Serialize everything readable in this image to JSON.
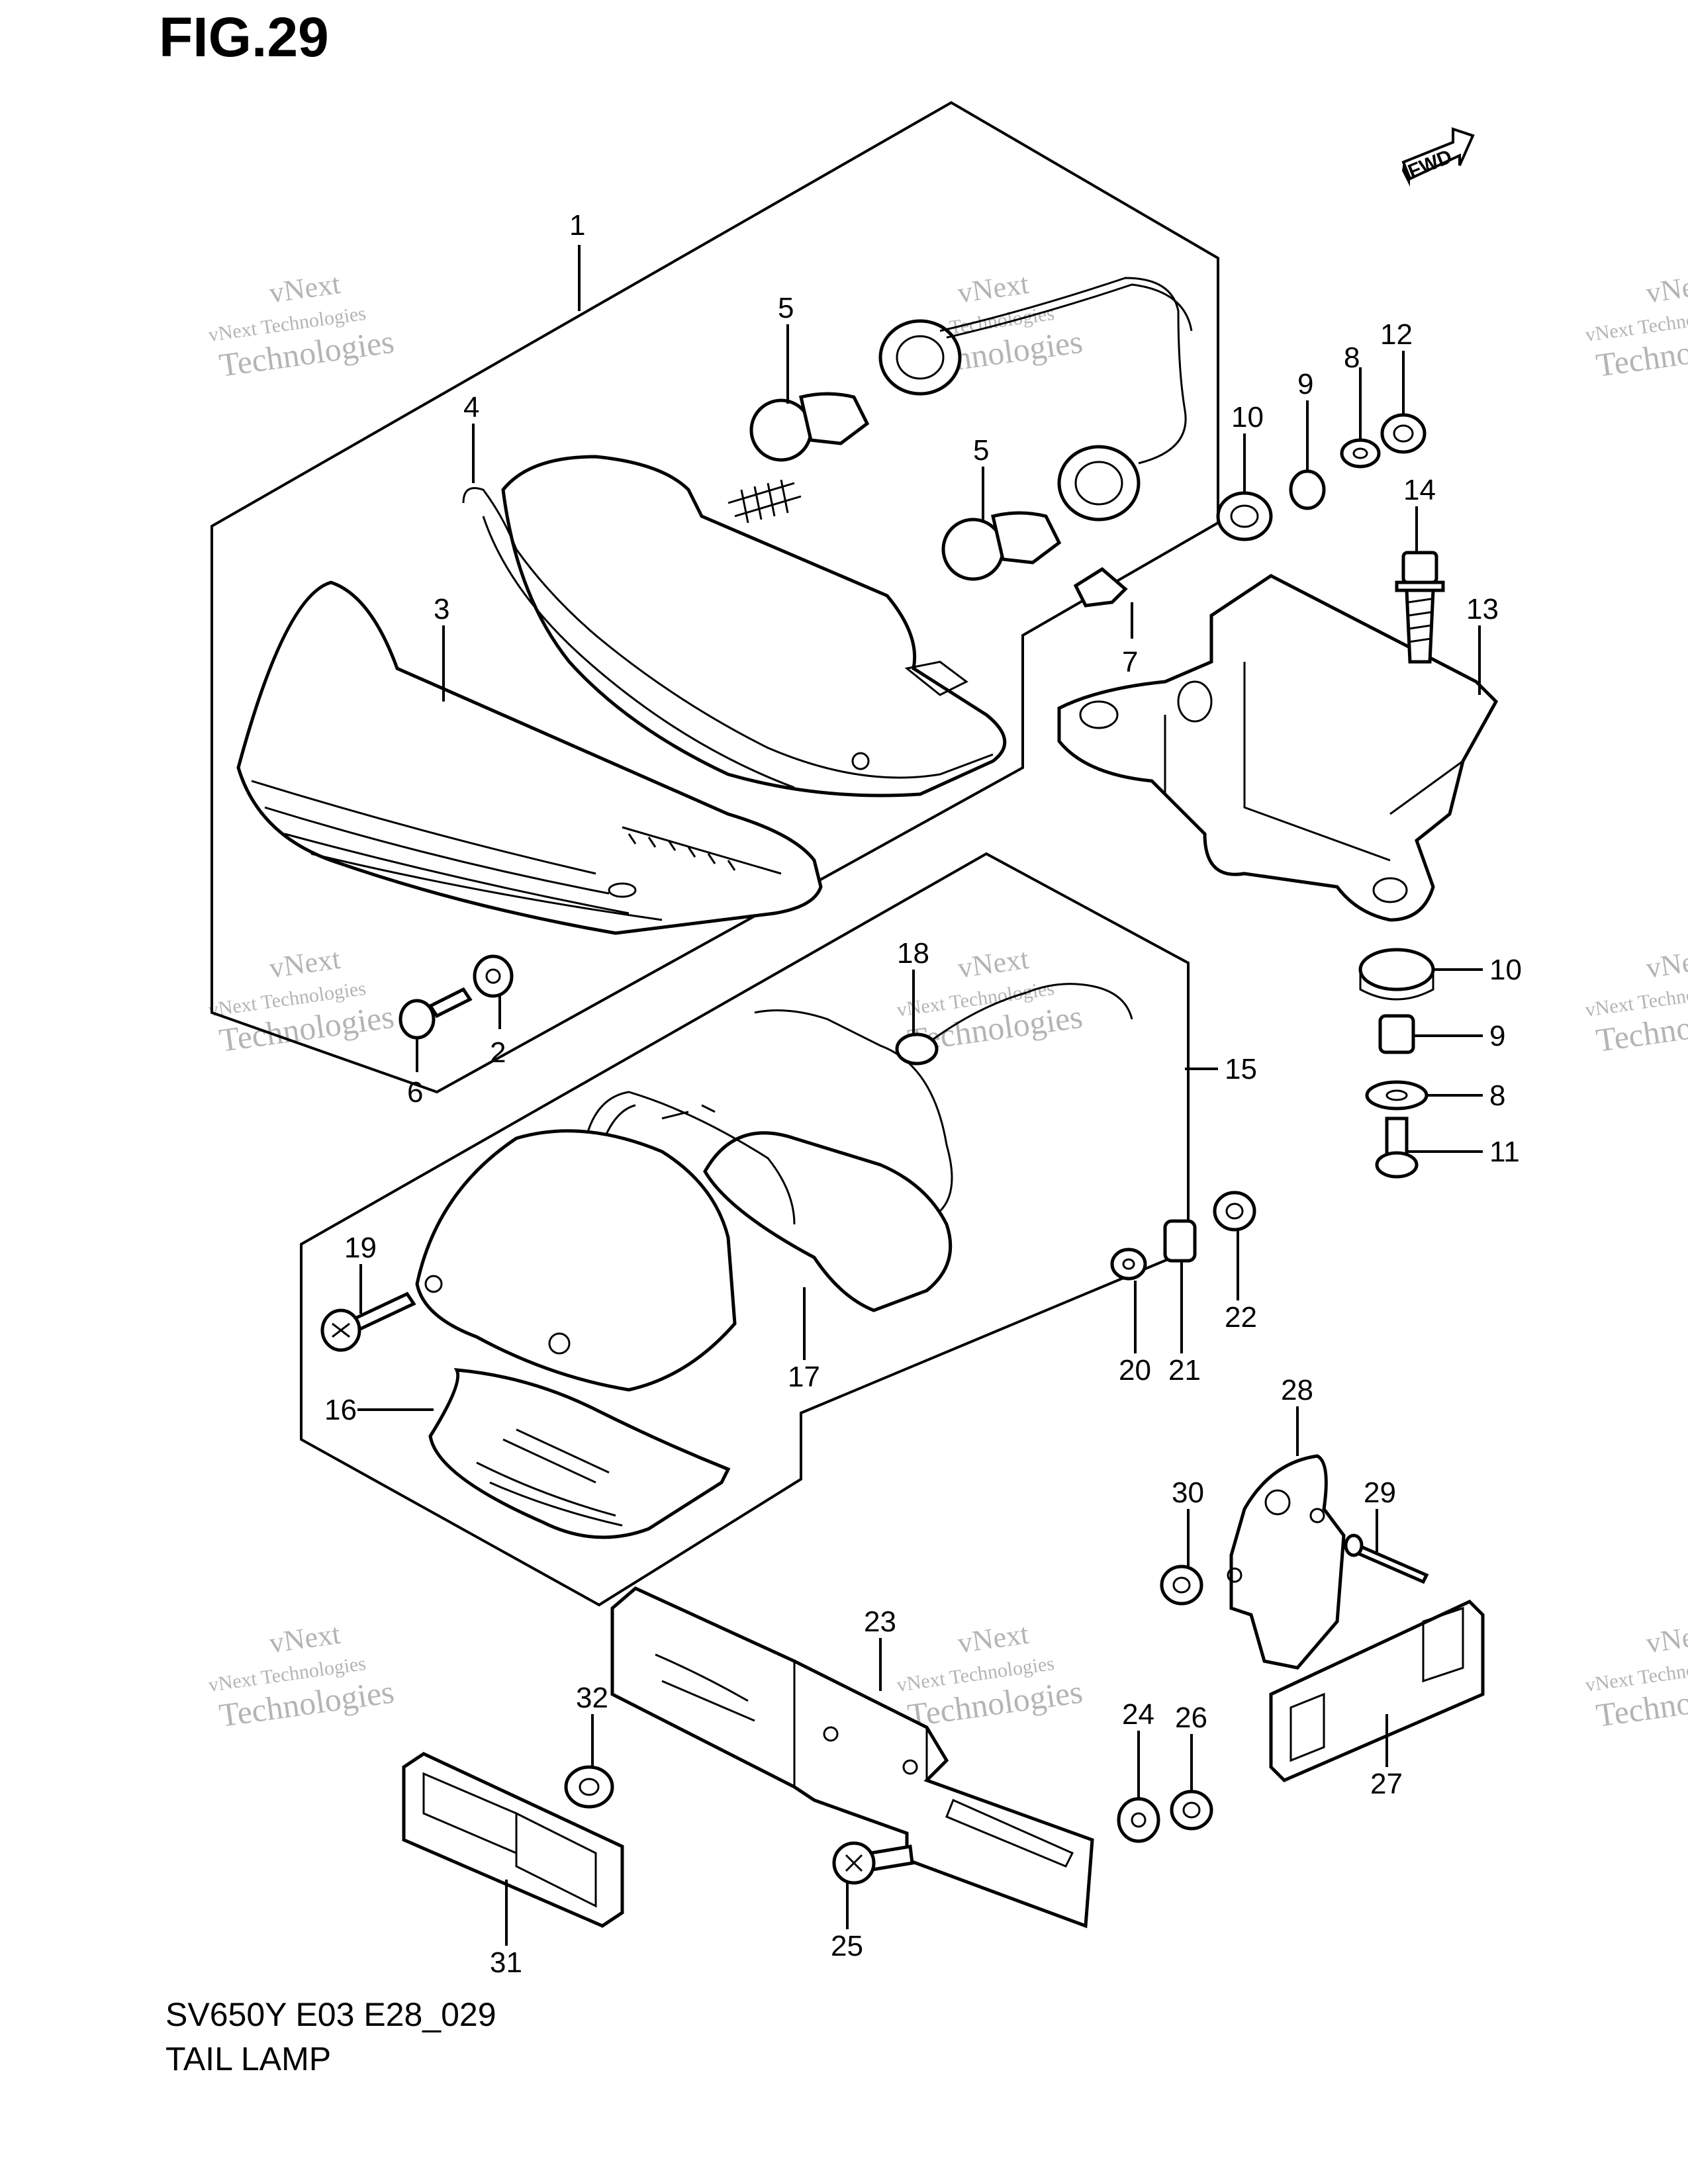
{
  "figure": {
    "title": "FIG.29",
    "model_code": "SV650Y E03 E28_029",
    "section_name": "TAIL LAMP"
  },
  "direction_badge": "FWD",
  "watermark": {
    "line1": "vNext",
    "line2": "vNext Technologies",
    "line3": "Technologies"
  },
  "callouts": [
    "1",
    "2",
    "3",
    "4",
    "5",
    "5",
    "6",
    "7",
    "8",
    "8",
    "9",
    "9",
    "10",
    "10",
    "11",
    "12",
    "13",
    "14",
    "15",
    "16",
    "17",
    "18",
    "19",
    "20",
    "21",
    "22",
    "23",
    "24",
    "25",
    "26",
    "27",
    "28",
    "29",
    "30",
    "31",
    "32"
  ]
}
